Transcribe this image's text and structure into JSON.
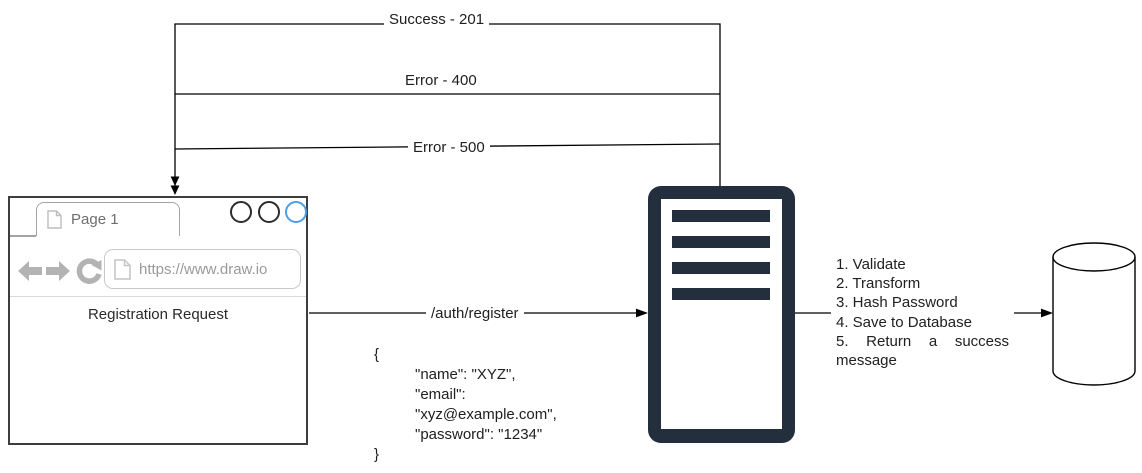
{
  "colors": {
    "edge": "#000000",
    "server_fill": "#232f3d",
    "accent_blue": "#4d9ee3",
    "muted_icon_gray": "#b3b3b3",
    "doc_icon_gray": "#bdbdbd"
  },
  "edges": {
    "success": {
      "label": "Success - 201"
    },
    "error400": {
      "label": "Error - 400"
    },
    "error500": {
      "label": "Error - 500"
    },
    "request": {
      "label": "/auth/register"
    }
  },
  "browser": {
    "tab_label": "Page 1",
    "url": "https://www.draw.io",
    "body_text": "Registration Request"
  },
  "payload": {
    "lines": [
      "{",
      "\"name\": \"XYZ\",",
      "\"email\":",
      "\"xyz@example.com\",",
      "\"password\": \"1234\"",
      "}"
    ]
  },
  "server": {
    "steps": [
      "1. Validate",
      "2. Transform",
      "3. Hash Password",
      "4. Save to Database",
      "5. Return a success message"
    ]
  }
}
